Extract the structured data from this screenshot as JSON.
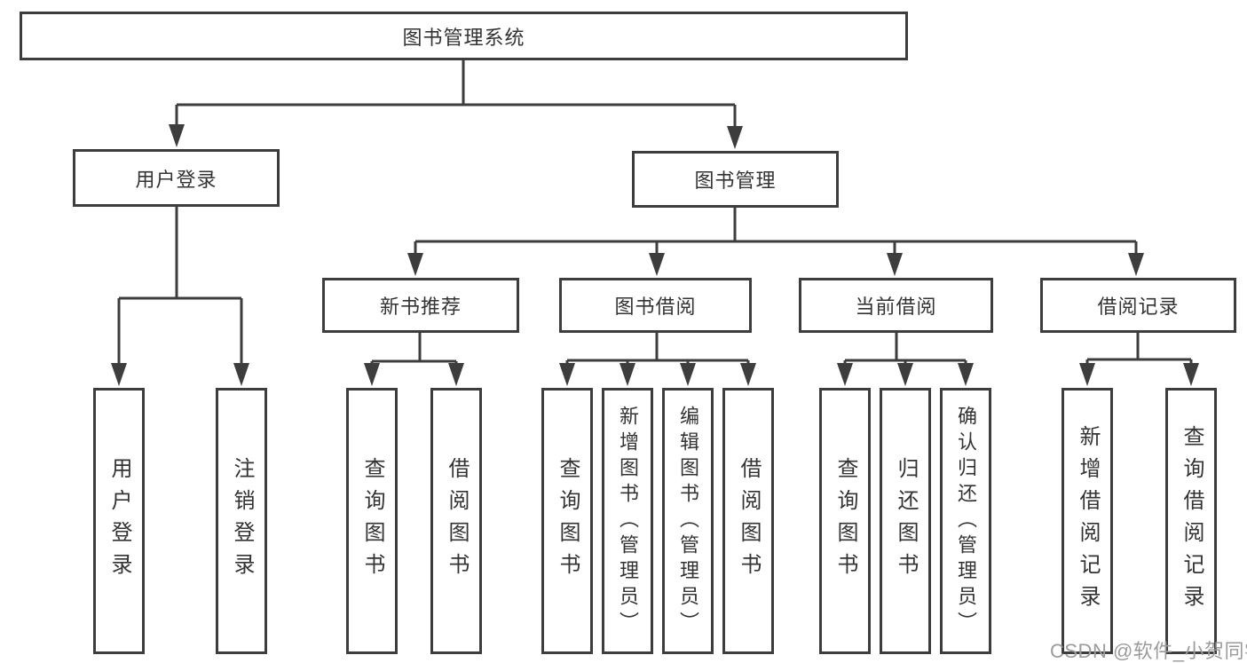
{
  "diagram": {
    "type": "hierarchy-tree",
    "tree": {
      "label": "图书管理系统",
      "children": [
        {
          "label": "用户登录",
          "children": [
            {
              "label": "用户登录"
            },
            {
              "label": "注销登录"
            }
          ]
        },
        {
          "label": "图书管理",
          "children": [
            {
              "label": "新书推荐",
              "children": [
                {
                  "label": "查询图书"
                },
                {
                  "label": "借阅图书"
                }
              ]
            },
            {
              "label": "图书借阅",
              "children": [
                {
                  "label": "查询图书"
                },
                {
                  "label": "新增图书（管理员）"
                },
                {
                  "label": "编辑图书（管理员）"
                },
                {
                  "label": "借阅图书"
                }
              ]
            },
            {
              "label": "当前借阅",
              "children": [
                {
                  "label": "查询图书"
                },
                {
                  "label": "归还图书"
                },
                {
                  "label": "确认归还（管理员）"
                }
              ]
            },
            {
              "label": "借阅记录",
              "children": [
                {
                  "label": "新增借阅记录"
                },
                {
                  "label": "查询借阅记录"
                }
              ]
            }
          ]
        }
      ]
    },
    "colors": {
      "line": "#3d3d3d",
      "box_border": "#3d3d3d",
      "box_fill": "#ffffff",
      "text": "#333333",
      "background": "#ffffff",
      "watermark": "#9b9b9b"
    }
  },
  "watermark": {
    "text": "CSDN @软件_小贺同学"
  }
}
